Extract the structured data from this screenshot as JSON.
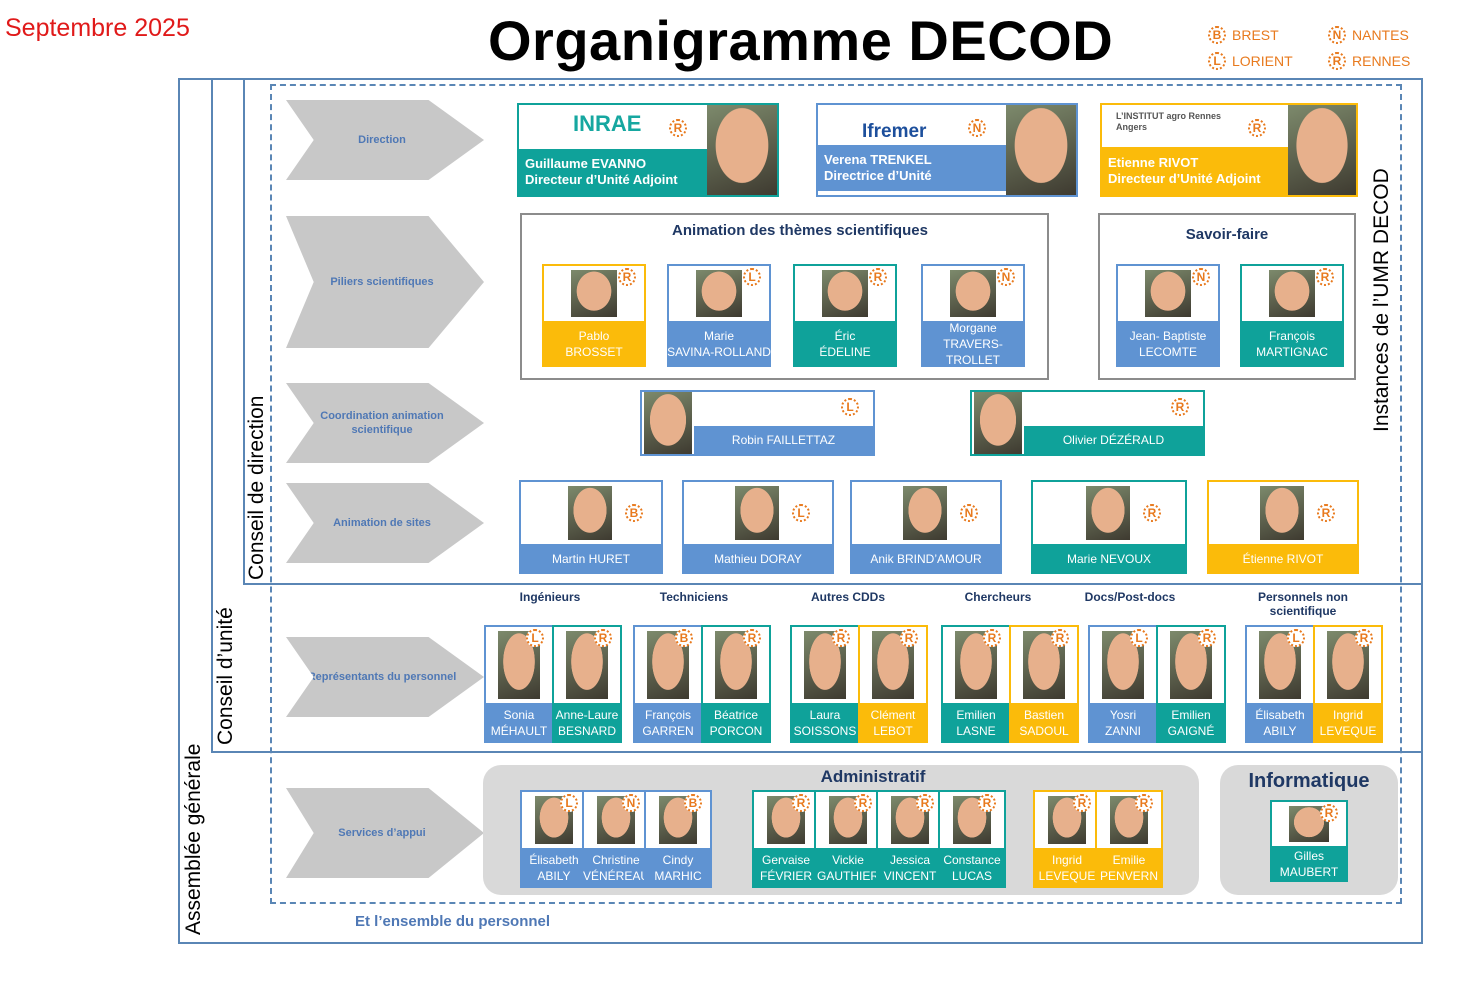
{
  "date": "Septembre 2025",
  "title": "Organigramme DECOD",
  "legend": [
    {
      "letter": "B",
      "label": "BREST"
    },
    {
      "letter": "N",
      "label": "NANTES"
    },
    {
      "letter": "L",
      "label": "LORIENT"
    },
    {
      "letter": "R",
      "label": "RENNES"
    }
  ],
  "frames": {
    "assemblee": "Assemblée générale",
    "conseil_unite": "Conseil d’unité",
    "conseil_direction": "Conseil de direction",
    "instances": "Instances de l’UMR DECOD",
    "footer": "Et l’ensemble du  personnel"
  },
  "rows": {
    "direction": "Direction",
    "piliers": "Piliers scientifiques",
    "coordination": "Coordination animation scientifique",
    "animation_sites": "Animation de sites",
    "representants": "Représentants du personnel",
    "services": "Services d’appui"
  },
  "direction": [
    {
      "org": "INRAE",
      "site": "R",
      "name": "Guillaume EVANNO",
      "role": "Directeur d’Unité Adjoint",
      "color": "#0fa29a"
    },
    {
      "org": "Ifremer",
      "site": "N",
      "name": "Verena TRENKEL",
      "role": "Directrice d’Unité",
      "color": "#5f93d2"
    },
    {
      "org": "L’INSTITUT agro Rennes Angers",
      "site": "R",
      "name": "Etienne RIVOT",
      "role": "Directeur d’Unité Adjoint",
      "color": "#fbbb0a"
    }
  ],
  "themes": {
    "animation_title": "Animation des thèmes scientifiques",
    "savoir_title": "Savoir-faire",
    "animation": [
      {
        "first": "Pablo",
        "last": "BROSSET",
        "site": "R",
        "color": "yellow"
      },
      {
        "first": "Marie",
        "last": "SAVINA-ROLLAND",
        "site": "L",
        "color": "blue"
      },
      {
        "first": "Éric",
        "last": "ÉDELINE",
        "site": "R",
        "color": "teal"
      },
      {
        "first": "Morgane",
        "last": "TRAVERS-TROLLET",
        "site": "N",
        "color": "blue"
      }
    ],
    "savoir": [
      {
        "first": "Jean- Baptiste",
        "last": "LECOMTE",
        "site": "N",
        "color": "blue"
      },
      {
        "first": "François",
        "last": "MARTIGNAC",
        "site": "R",
        "color": "teal"
      }
    ]
  },
  "coordination": [
    {
      "name": "Robin FAILLETTAZ",
      "site": "L",
      "color": "blue"
    },
    {
      "name": "Olivier DÉZÉRALD",
      "site": "R",
      "color": "teal"
    }
  ],
  "sites": [
    {
      "name": "Martin HURET",
      "site": "B",
      "color": "blue"
    },
    {
      "name": "Mathieu DORAY",
      "site": "L",
      "color": "blue"
    },
    {
      "name": "Anik BRIND’AMOUR",
      "site": "N",
      "color": "blue"
    },
    {
      "name": "Marie NEVOUX",
      "site": "R",
      "color": "teal"
    },
    {
      "name": "Étienne RIVOT",
      "site": "R",
      "color": "yellow"
    }
  ],
  "representants": [
    {
      "category": "Ingénieurs",
      "people": [
        {
          "first": "Sonia",
          "last": "MÉHAULT",
          "site": "L",
          "color": "blue"
        },
        {
          "first": "Anne-Laure",
          "last": "BESNARD",
          "site": "R",
          "color": "teal"
        }
      ]
    },
    {
      "category": "Techniciens",
      "people": [
        {
          "first": "François",
          "last": "GARREN",
          "site": "B",
          "color": "blue"
        },
        {
          "first": "Béatrice",
          "last": "PORCON",
          "site": "R",
          "color": "teal"
        }
      ]
    },
    {
      "category": "Autres CDDs",
      "people": [
        {
          "first": "Laura",
          "last": "SOISSONS",
          "site": "R",
          "color": "teal"
        },
        {
          "first": "Clément",
          "last": "LEBOT",
          "site": "R",
          "color": "yellow"
        }
      ]
    },
    {
      "category": "Chercheurs",
      "people": [
        {
          "first": "Emilien",
          "last": "LASNE",
          "site": "R",
          "color": "teal"
        },
        {
          "first": "Bastien",
          "last": "SADOUL",
          "site": "R",
          "color": "yellow"
        }
      ]
    },
    {
      "category": "Docs/Post-docs",
      "people": [
        {
          "first": "Yosri",
          "last": "ZANNI",
          "site": "L",
          "color": "blue"
        },
        {
          "first": "Emilien",
          "last": "GAIGNÉ",
          "site": "R",
          "color": "teal"
        }
      ]
    },
    {
      "category": "Personnels non scientifique",
      "people": [
        {
          "first": "Élisabeth",
          "last": "ABILY",
          "site": "L",
          "color": "blue"
        },
        {
          "first": "Ingrid",
          "last": "LEVEQUE",
          "site": "R",
          "color": "yellow"
        }
      ]
    }
  ],
  "admin": {
    "title": "Administratif",
    "groups": [
      [
        {
          "first": "Élisabeth",
          "last": "ABILY",
          "site": "L",
          "color": "blue"
        },
        {
          "first": "Christine",
          "last": "VÉNÉREAU",
          "site": "N",
          "color": "blue"
        },
        {
          "first": "Cindy",
          "last": "MARHIC",
          "site": "B",
          "color": "blue"
        }
      ],
      [
        {
          "first": "Gervaise",
          "last": "FÉVRIER",
          "site": "R",
          "color": "teal"
        },
        {
          "first": "Vickie",
          "last": "GAUTHIER",
          "site": "R",
          "color": "teal"
        },
        {
          "first": "Jessica",
          "last": "VINCENT",
          "site": "R",
          "color": "teal"
        },
        {
          "first": "Constance",
          "last": "LUCAS",
          "site": "R",
          "color": "teal"
        }
      ],
      [
        {
          "first": "Ingrid",
          "last": "LEVEQUE",
          "site": "R",
          "color": "yellow"
        },
        {
          "first": "Emilie",
          "last": "PENVERN",
          "site": "R",
          "color": "yellow"
        }
      ]
    ]
  },
  "informatique": {
    "title": "Informatique",
    "person": {
      "first": "Gilles",
      "last": "MAUBERT",
      "site": "R",
      "color": "teal"
    }
  }
}
